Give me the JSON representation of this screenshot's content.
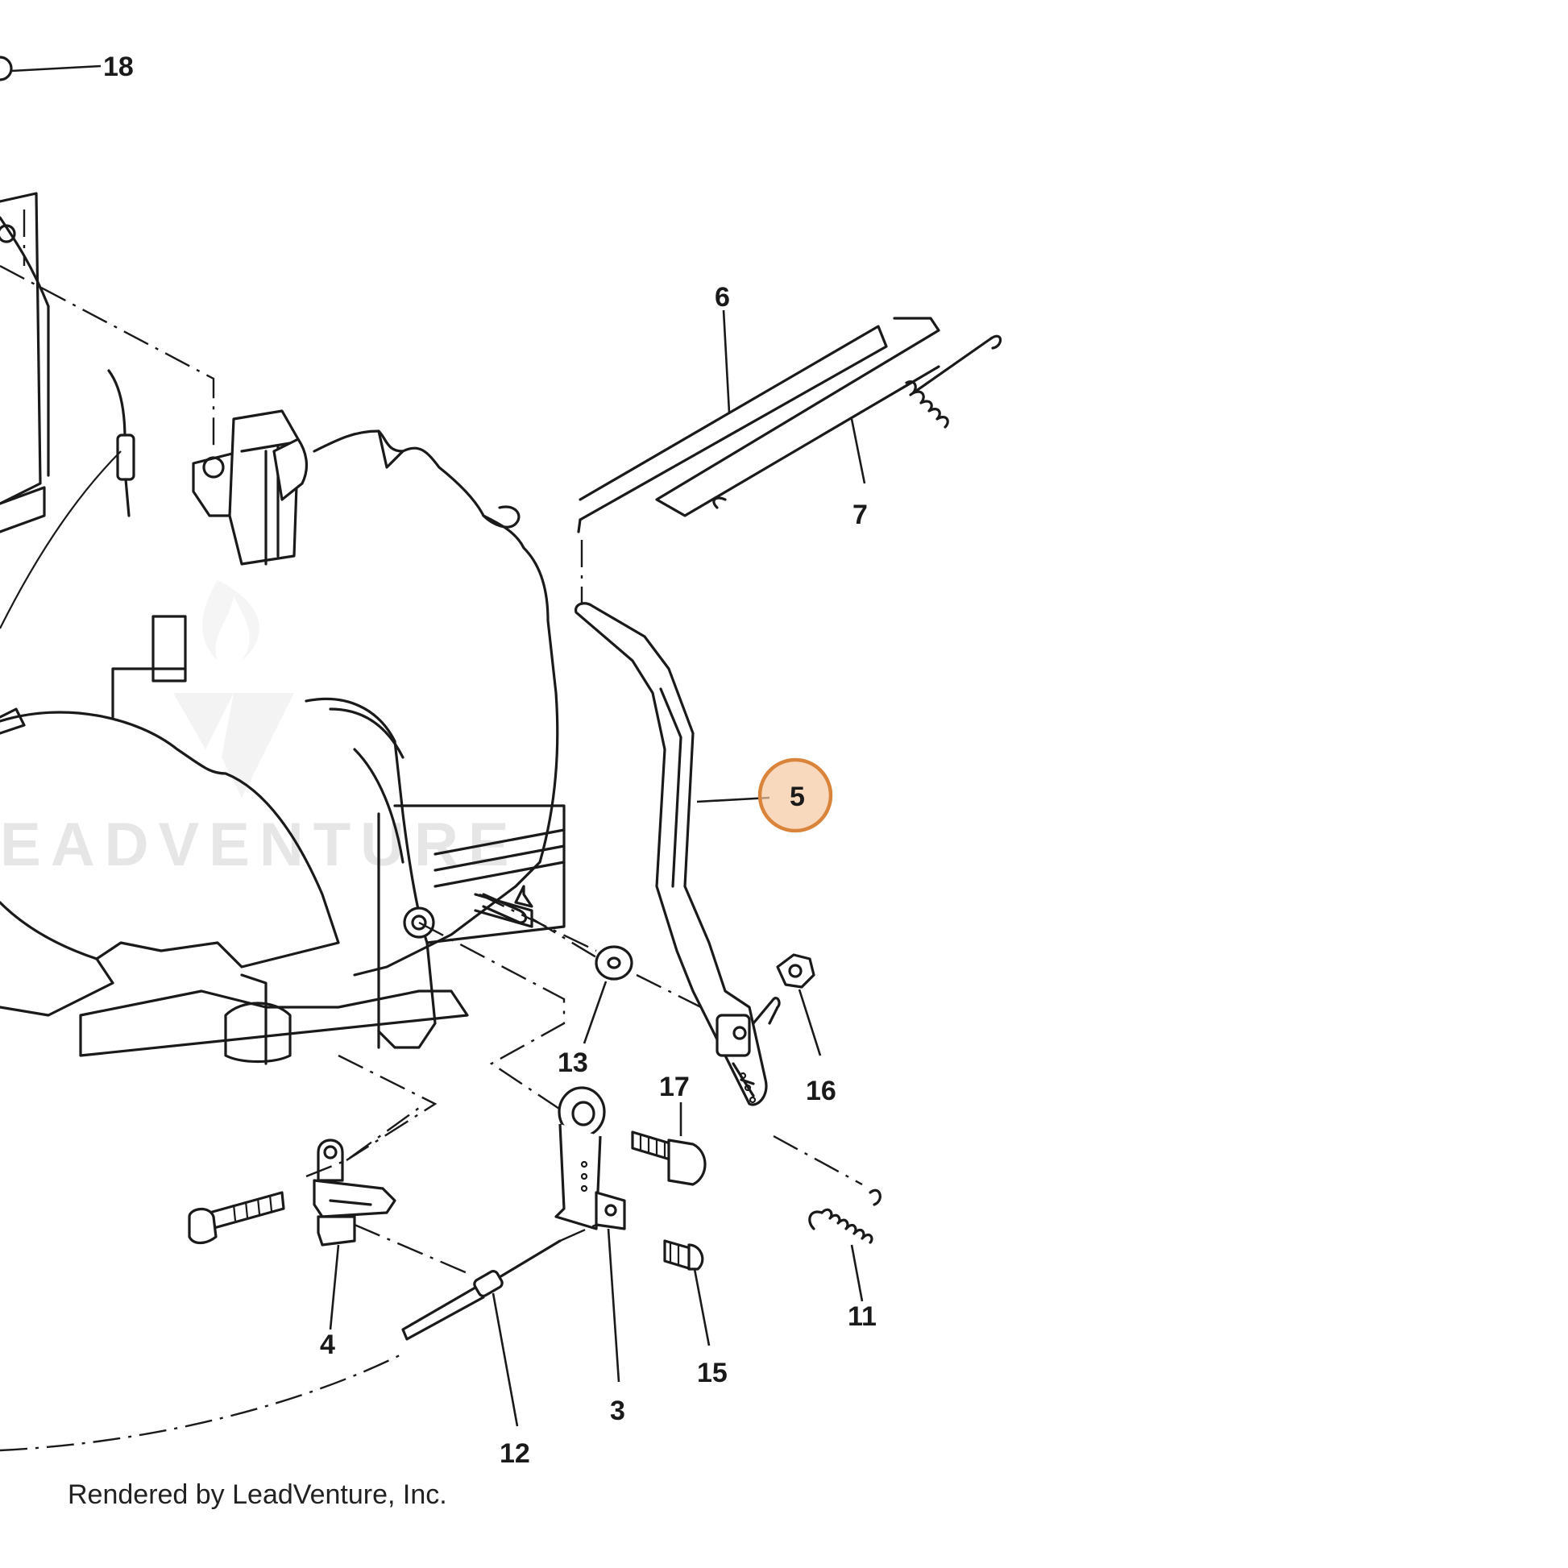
{
  "watermark": {
    "text": "EADVENTURE"
  },
  "footer": {
    "text": "Rendered by LeadVenture, Inc."
  },
  "callouts": [
    {
      "id": "18",
      "label": "18",
      "highlighted": false
    },
    {
      "id": "6",
      "label": "6",
      "highlighted": false
    },
    {
      "id": "7",
      "label": "7",
      "highlighted": false
    },
    {
      "id": "5",
      "label": "5",
      "highlighted": true
    },
    {
      "id": "13",
      "label": "13",
      "highlighted": false
    },
    {
      "id": "17",
      "label": "17",
      "highlighted": false
    },
    {
      "id": "16",
      "label": "16",
      "highlighted": false
    },
    {
      "id": "4",
      "label": "4",
      "highlighted": false
    },
    {
      "id": "11",
      "label": "11",
      "highlighted": false
    },
    {
      "id": "15",
      "label": "15",
      "highlighted": false
    },
    {
      "id": "3",
      "label": "3",
      "highlighted": false
    },
    {
      "id": "12",
      "label": "12",
      "highlighted": false
    }
  ],
  "colors": {
    "highlight_fill": "#f5c9a3",
    "highlight_stroke": "#d9843a",
    "ink": "#1a1a1a",
    "background": "#ffffff"
  }
}
